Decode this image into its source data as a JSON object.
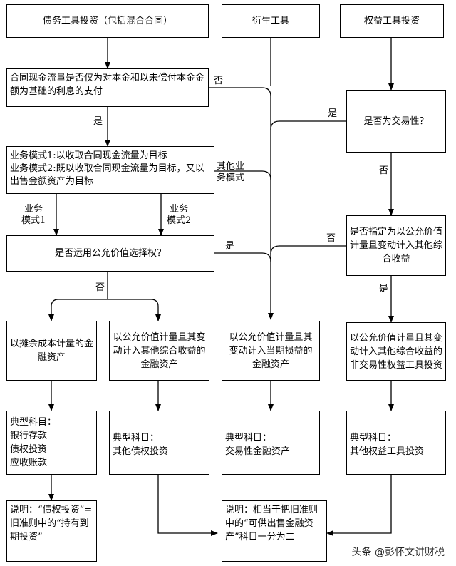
{
  "nodes": {
    "debt_investment": "债务工具投资（包括混合合同）",
    "derivative": "衍生工具",
    "equity_investment": "权益工具投资",
    "sppi_test": "合同现金流量是否仅为对本金和以未偿付本金金额为基础的利息的支付",
    "is_trading": "是否为交易性？",
    "business_models": "业务模式1:以收取合同现金流量为目标\n业务模式2:既以收取合同现金流量为目标，又以出售金额资产为目标",
    "fv_option": "是否运用公允价值选择权？",
    "designated_oci": "是否指定为以公允价值计量且变动计入其他综合收益",
    "amortized_cost_asset": "以摊余成本计量的金融资产",
    "fvoci_debt_asset": "以公允价值计量且其变动计入其他综合收益的金融资产",
    "fvtpl_asset": "以公允价值计量且其变动计入当期损益的金融资产",
    "fvoci_equity_asset": "以公允价值计量且其变动计入其他综合收益的非交易性权益工具投资",
    "accounts_amortized": "典型科目：\n银行存款\n债权投资\n应收账款",
    "accounts_fvoci_debt": "典型科目：\n其他债权投资",
    "accounts_fvtpl": "典型科目：\n交易性金融资产",
    "accounts_fvoci_equity": "典型科目：\n其他权益工具投资",
    "note_htm": "说明：“债权投资”=旧准则中的“持有到期投资”",
    "note_afs": "说明：相当于把旧准则中的“可供出售金融资产”科目一分为二"
  },
  "edge_labels": {
    "no_sppi": "否",
    "yes_sppi": "是",
    "yes_trading": "是",
    "no_trading": "否",
    "other_model": "其他业\n务模式",
    "model_1": "业务\n模式1",
    "model_2": "业务\n模式2",
    "yes_fv_option": "是",
    "no_fv_option": "否",
    "no_designated": "否",
    "yes_designated": "是"
  },
  "watermark": "头条 @彭怀文讲财税"
}
